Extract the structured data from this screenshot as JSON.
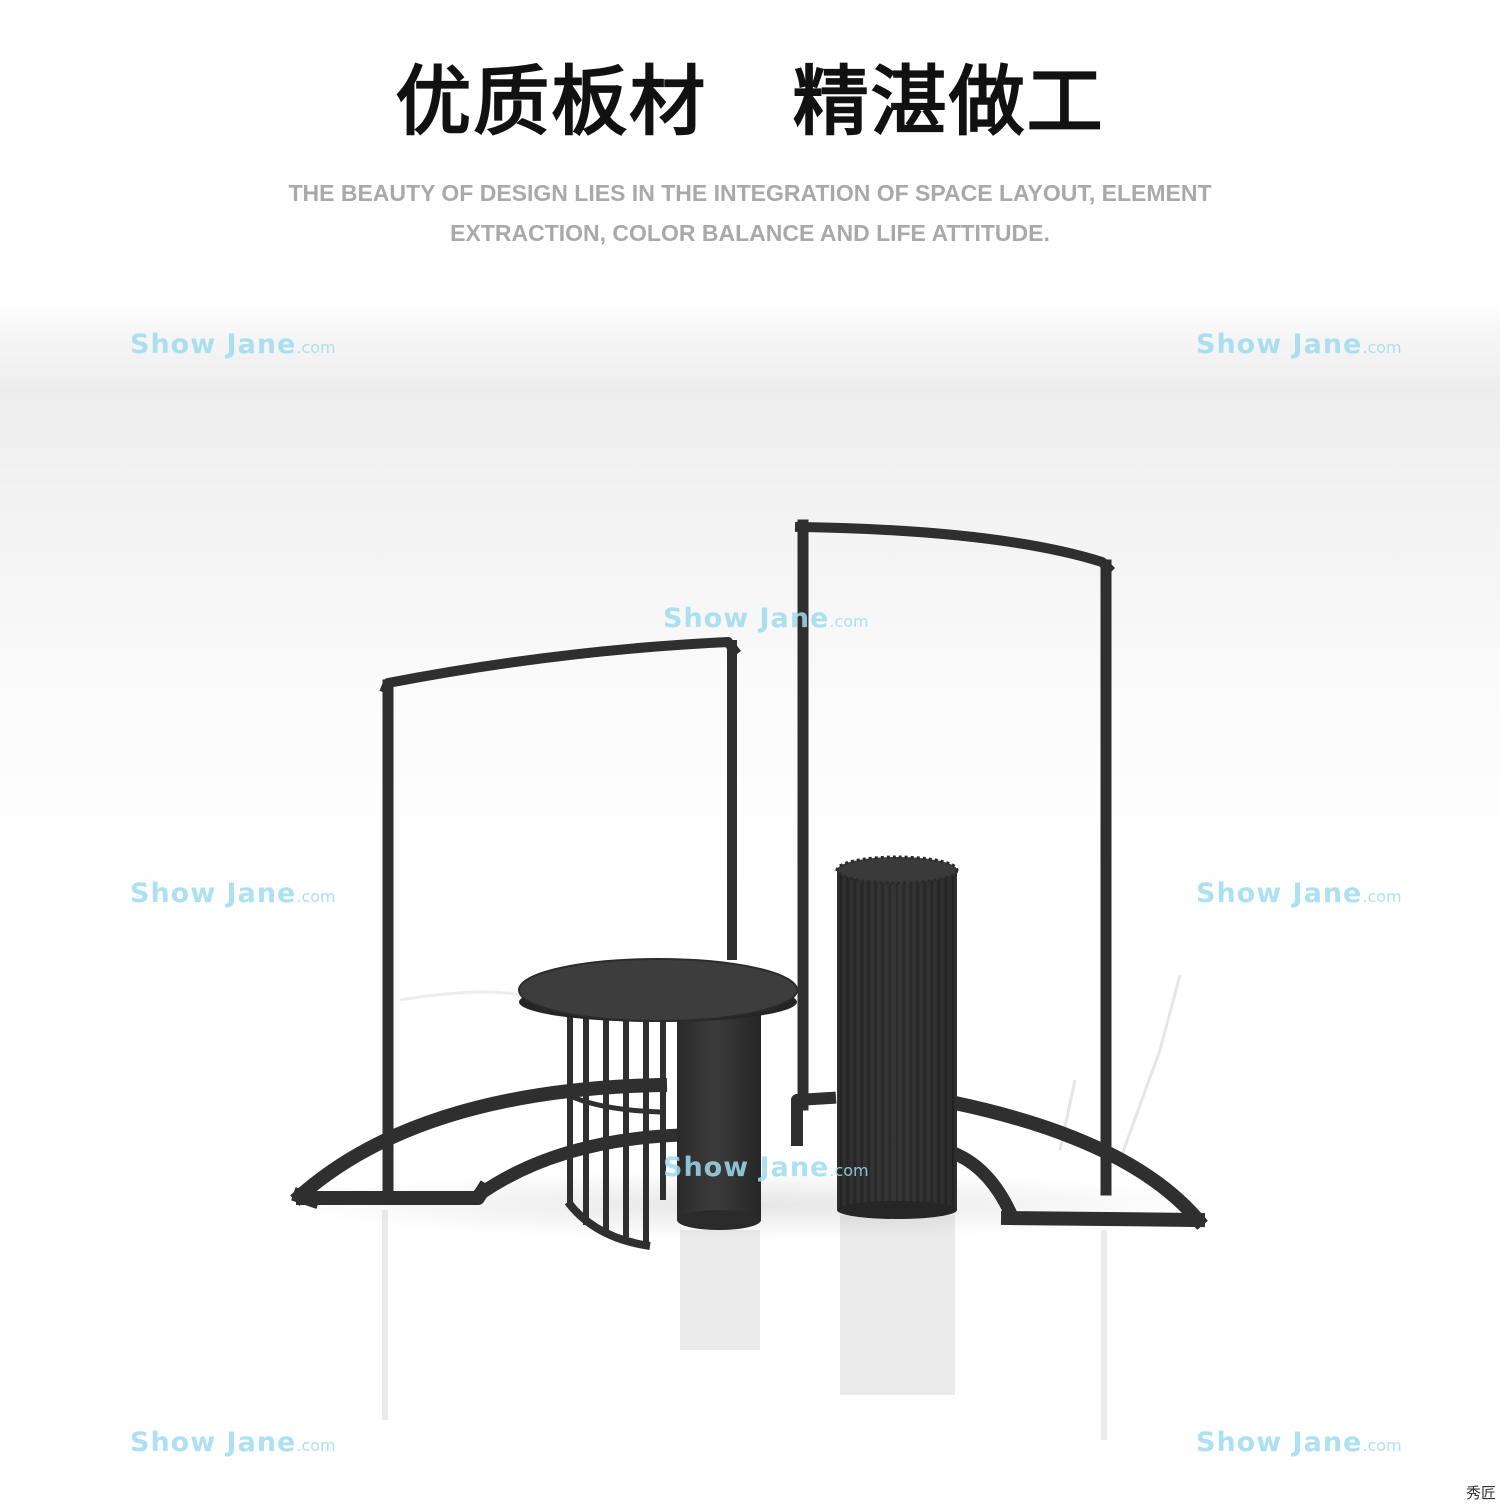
{
  "header": {
    "title": "优质板材   精湛做工",
    "subtitle_line1": "THE BEAUTY OF DESIGN LIES IN THE INTEGRATION OF SPACE LAYOUT, ELEMENT",
    "subtitle_line2": "EXTRACTION, COLOR BALANCE AND LIFE ATTITUDE."
  },
  "watermark": {
    "name": "Show Jane",
    "domain": ".com",
    "color": "#9fdcef"
  },
  "corner_mark": "秀匠",
  "colors": {
    "product_black": "#2f2f2f",
    "headline": "#111111",
    "subtitle": "#a9a9a9"
  }
}
